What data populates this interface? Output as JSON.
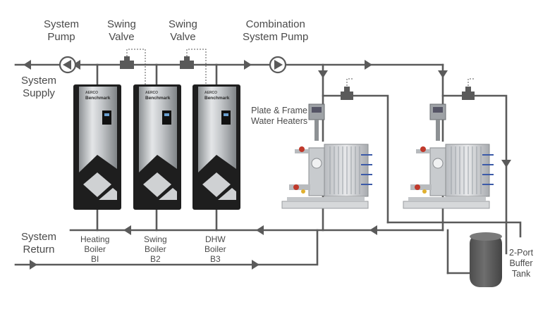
{
  "labels": {
    "system_pump": [
      "System",
      "Pump"
    ],
    "swing_valve_1": [
      "Swing",
      "Valve"
    ],
    "swing_valve_2": [
      "Swing",
      "Valve"
    ],
    "combination_pump": [
      "Combination",
      "System Pump"
    ],
    "system_supply": [
      "System",
      "Supply"
    ],
    "system_return": [
      "System",
      "Return"
    ],
    "heaters": [
      "Plate & Frame",
      "Water Heaters"
    ],
    "buffer_tank": [
      "2-Port",
      "Buffer",
      "Tank"
    ]
  },
  "boilers": [
    {
      "name": [
        "Heating",
        "Boiler",
        "BI"
      ],
      "brand_top": "AERCO",
      "brand": "Benchmark"
    },
    {
      "name": [
        "Swing",
        "Boiler",
        "B2"
      ],
      "brand_top": "AERCO",
      "brand": "Benchmark"
    },
    {
      "name": [
        "DHW",
        "Boiler",
        "B3"
      ],
      "brand_top": "AERCO",
      "brand": "Benchmark"
    }
  ],
  "colors": {
    "pipe": "#5a5a5a",
    "boiler_dark": "#1e1e1e",
    "steel": "#c9cbcd",
    "tank": "#5f5f5f",
    "text": "#4a4a4a"
  }
}
